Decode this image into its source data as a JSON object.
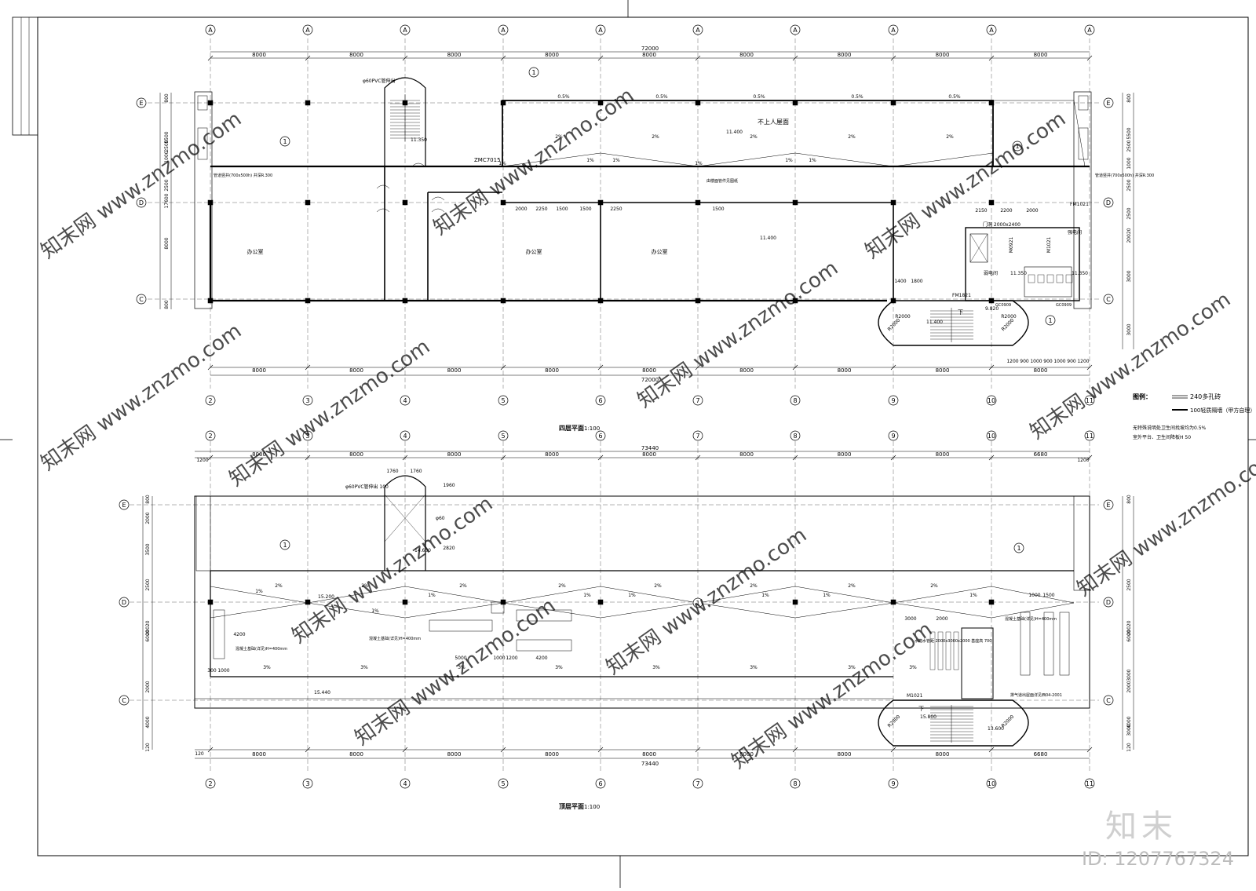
{
  "plan_upper": {
    "title": "四层平面",
    "scale": "1:100",
    "total_top": "72000",
    "total_bottom": "72000",
    "bay_dims": [
      "8000",
      "8000",
      "8000",
      "8000",
      "8000",
      "8000",
      "8000",
      "8000",
      "8000"
    ],
    "grid_cols": [
      "2",
      "3",
      "4",
      "5",
      "6",
      "7",
      "8",
      "9",
      "10",
      "11"
    ],
    "grid_rows": [
      "E",
      "D",
      "C"
    ],
    "grid_top_label": "A",
    "roof_label": "不上人屋面",
    "corridor_label": "ZMC7015",
    "office_labels": [
      "办公室",
      "办公室",
      "办公室"
    ],
    "elevations": [
      "11.350",
      "11.400",
      "11.350",
      "11.350",
      "11.400",
      "9.820",
      "11.350"
    ],
    "slopes": [
      "0.5%",
      "0.5%",
      "0.5%",
      "0.5%",
      "0.5%",
      "2%",
      "2%",
      "2%",
      "2%",
      "2%",
      "1%",
      "1%",
      "1%",
      "1%",
      "1%",
      "1%"
    ],
    "door_labels": [
      "FM1821",
      "FM1021",
      "M1021",
      "M0921",
      "GC0909",
      "GC0909",
      "门洞 2000x2400"
    ],
    "room_labels": [
      "弱电间",
      "强电间"
    ],
    "left_dims": [
      "800",
      "5500",
      "2500",
      "1000",
      "2500",
      "17600",
      "8000",
      "800"
    ],
    "right_dims": [
      "800",
      "5500",
      "2500",
      "1000",
      "2500",
      "2500",
      "20020",
      "3000",
      "3000"
    ],
    "notes_left": "管道竖井(700x500h) 井深R.300",
    "notes_right": "管道竖井(700x500h) 井深R.300",
    "pipe_note": "φ60PVC管伸出",
    "misc_dims": [
      "1400",
      "1800",
      "2150",
      "2200",
      "2000",
      "2000",
      "2250",
      "1500",
      "1500",
      "2250",
      "1500",
      "R2000",
      "R2000",
      "1200",
      "900",
      "1000",
      "900",
      "1000",
      "900",
      "1200"
    ],
    "stair_down": "下",
    "detail_note": "由楼面管件见图纸"
  },
  "legend": {
    "title": "图例：",
    "item1": "240多孔砖",
    "item2": "100轻质隔墙（甲方自理）",
    "note1": "无特殊说明处卫生间找坡均为0.5%",
    "note2": "室外平台、卫生间降板H 50"
  },
  "plan_lower": {
    "title": "顶层平面",
    "scale": "1:100",
    "total_top": "73440",
    "total_bottom": "73440",
    "bay_dims": [
      "8000",
      "8000",
      "8000",
      "8000",
      "8000",
      "8000",
      "8000",
      "8000",
      "6680"
    ],
    "grid_cols": [
      "2",
      "3",
      "4",
      "5",
      "6",
      "7",
      "8",
      "9",
      "10",
      "11"
    ],
    "grid_rows": [
      "E",
      "D",
      "C"
    ],
    "elevations": [
      "15.200",
      "14.600",
      "15.440",
      "15.800",
      "13.600"
    ],
    "slopes_1": [
      "1%",
      "2%",
      "2%",
      "1%",
      "1%",
      "2%",
      "2%",
      "1%",
      "1%",
      "2%",
      "2%",
      "1%",
      "1%",
      "2%",
      "2%",
      "1%"
    ],
    "slopes_3": [
      "3%",
      "3%",
      "3%",
      "3%",
      "3%",
      "3%",
      "3%",
      "3%"
    ],
    "pipe_note": "φ60PVC管伸出 100",
    "eq_note1": "混凝土基础(详见)H=400mm",
    "eq_note2": "混凝土基础(详见)H=400mm",
    "eq_note3": "混凝土基础(详见)H=400mm",
    "exhaust_note": "排气道出屋面详见西04-2001",
    "water_tank": "水箱水管距 2000x3000x2000 基座高 700",
    "door_label": "M1021",
    "left_dims": [
      "800",
      "2000",
      "3500",
      "2500",
      "6000",
      "20020",
      "2000",
      "4000",
      "120"
    ],
    "right_dims": [
      "800",
      "2500",
      "6000",
      "20020",
      "2000",
      "4000",
      "120",
      "3000",
      "3000"
    ],
    "misc_dims": [
      "120",
      "1200",
      "1200",
      "5000",
      "1000",
      "1200",
      "4200",
      "3000",
      "2000",
      "1000",
      "1500",
      "300",
      "1000",
      "4200",
      "1760",
      "1760",
      "1960",
      "2820",
      "R2000",
      "R2000"
    ],
    "stair_down": "下",
    "drain": "φ60"
  },
  "watermark": {
    "site": "www.znzmo.com",
    "brand": "知末网",
    "logo": "知末",
    "id": "ID: 1207767324"
  }
}
